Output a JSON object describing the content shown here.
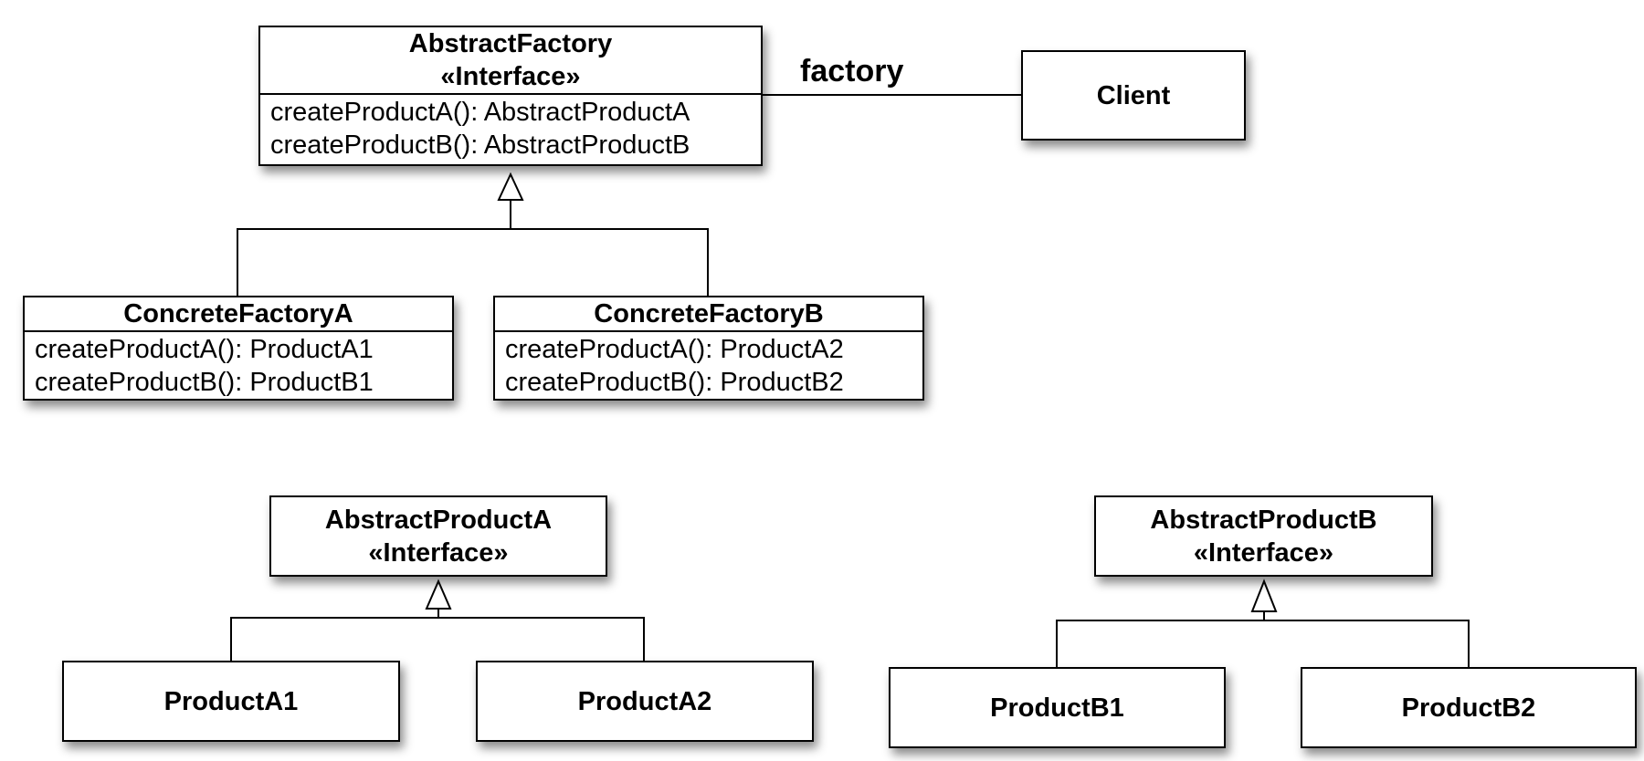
{
  "abstract_factory": {
    "name": "AbstractFactory",
    "stereotype": "«Interface»",
    "methods": [
      "createProductA(): AbstractProductA",
      "createProductB(): AbstractProductB"
    ]
  },
  "client": {
    "name": "Client"
  },
  "association_label": "factory",
  "concrete_factory_a": {
    "name": "ConcreteFactoryA",
    "methods": [
      "createProductA(): ProductA1",
      "createProductB(): ProductB1"
    ]
  },
  "concrete_factory_b": {
    "name": "ConcreteFactoryB",
    "methods": [
      "createProductA(): ProductA2",
      "createProductB(): ProductB2"
    ]
  },
  "abstract_product_a": {
    "name": "AbstractProductA",
    "stereotype": "«Interface»"
  },
  "abstract_product_b": {
    "name": "AbstractProductB",
    "stereotype": "«Interface»"
  },
  "product_a1": {
    "name": "ProductA1"
  },
  "product_a2": {
    "name": "ProductA2"
  },
  "product_b1": {
    "name": "ProductB1"
  },
  "product_b2": {
    "name": "ProductB2"
  }
}
